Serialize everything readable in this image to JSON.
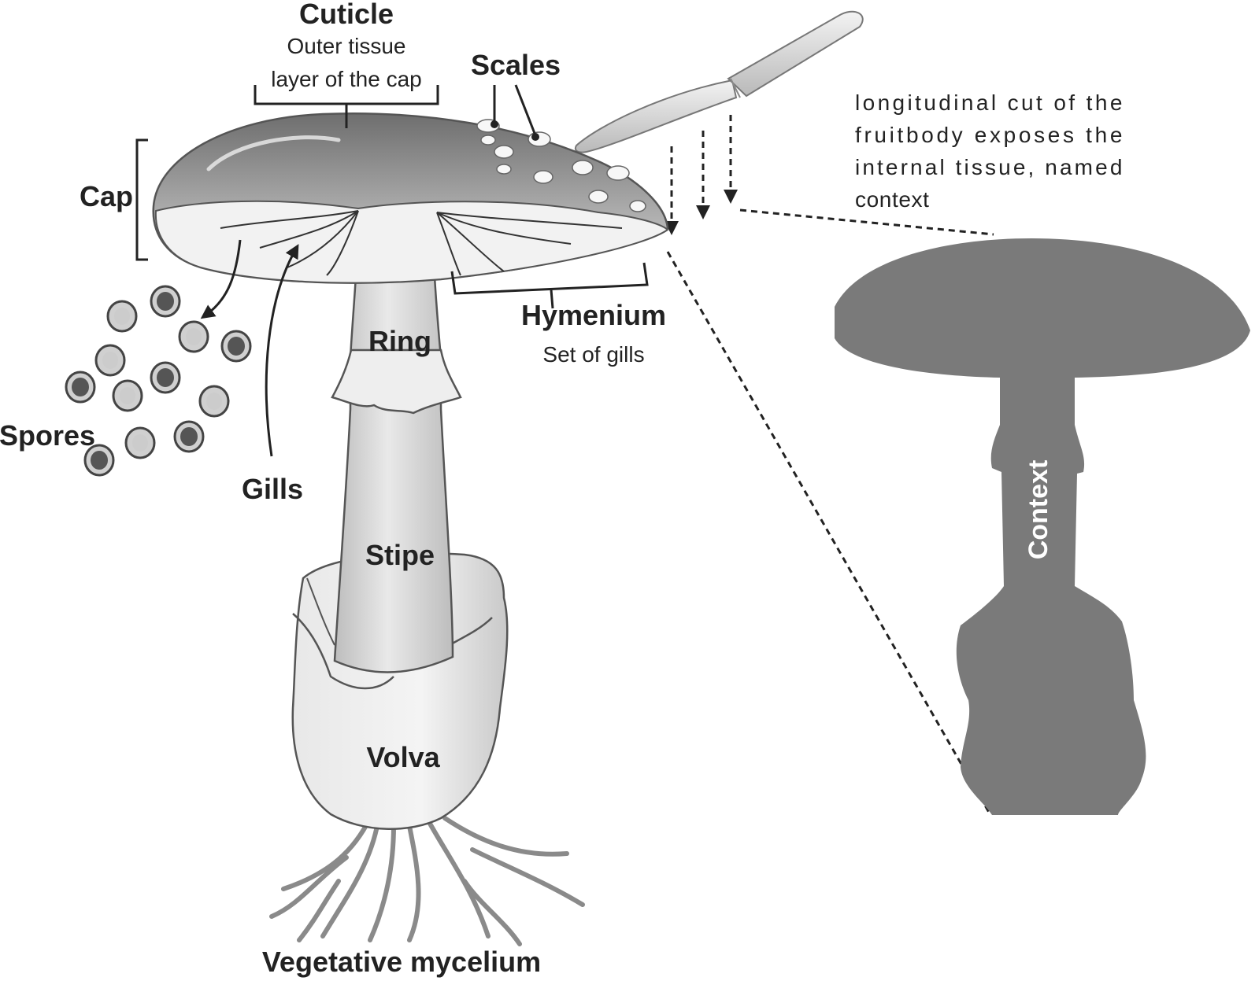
{
  "labels": {
    "cuticle": "Cuticle",
    "cuticle_desc_1": "Outer tissue",
    "cuticle_desc_2": "layer of the cap",
    "scales": "Scales",
    "cap": "Cap",
    "hymenium": "Hymenium",
    "hymenium_desc": "Set of gills",
    "ring": "Ring",
    "spores": "Spores",
    "gills": "Gills",
    "stipe": "Stipe",
    "volva": "Volva",
    "mycelium": "Vegetative mycelium",
    "context": "Context"
  },
  "description": {
    "line1": "longitudinal cut of the",
    "line2": "fruitbody exposes the",
    "line3": "internal tissue, named",
    "line4": "context"
  },
  "colors": {
    "context_fill": "#7a7a7a",
    "ink": "#222222"
  }
}
